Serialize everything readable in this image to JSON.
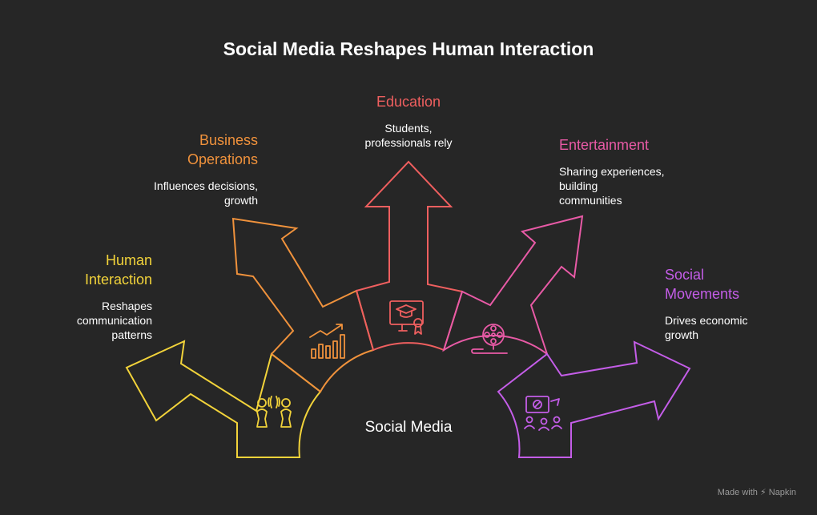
{
  "title": "Social Media Reshapes Human Interaction",
  "center_label": "Social Media",
  "branches": [
    {
      "label_line1": "Human",
      "label_line2": "Interaction",
      "desc_line1": "Reshapes",
      "desc_line2": "communication",
      "desc_line3": "patterns",
      "color": "#f2d33a",
      "icon": "people-talking-icon"
    },
    {
      "label_line1": "Business",
      "label_line2": "Operations",
      "desc_line1": "Influences decisions,",
      "desc_line2": "growth",
      "color": "#f0923c",
      "icon": "bar-chart-growth-icon"
    },
    {
      "label_line1": "Education",
      "desc_line1": "Students,",
      "desc_line2": "professionals rely",
      "color": "#ef5f5f",
      "icon": "graduation-monitor-icon"
    },
    {
      "label_line1": "Entertainment",
      "desc_line1": "Sharing experiences,",
      "desc_line2": "building",
      "desc_line3": "communities",
      "color": "#e85aa6",
      "icon": "film-reel-icon"
    },
    {
      "label_line1": "Social",
      "label_line2": "Movements",
      "desc_line1": "Drives economic",
      "desc_line2": "growth",
      "color": "#c45de8",
      "icon": "protest-crowd-icon"
    }
  ],
  "footer": {
    "made_with": "Made with",
    "brand": "Napkin"
  }
}
